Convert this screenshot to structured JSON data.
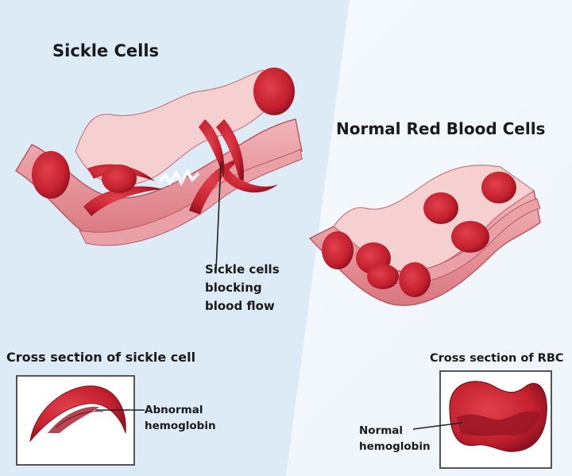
{
  "titles": {
    "sickle": "Sickle Cells",
    "normal": "Normal Red Blood Cells"
  },
  "labels": {
    "blocking": [
      "Sickle cells",
      "blocking",
      "blood flow"
    ],
    "cross_sickle": "Cross section of sickle cell",
    "cross_rbc": "Cross section of RBC",
    "abnormal": [
      "Abnormal",
      "hemoglobin"
    ],
    "normal": [
      "Normal",
      "hemoglobin"
    ]
  },
  "colors": {
    "vessel_wall": "#e58d94",
    "vessel_inner": "#f4c4c6",
    "cell": "#c4202e",
    "cell_dark": "#8e1220",
    "leader": "#222222"
  }
}
